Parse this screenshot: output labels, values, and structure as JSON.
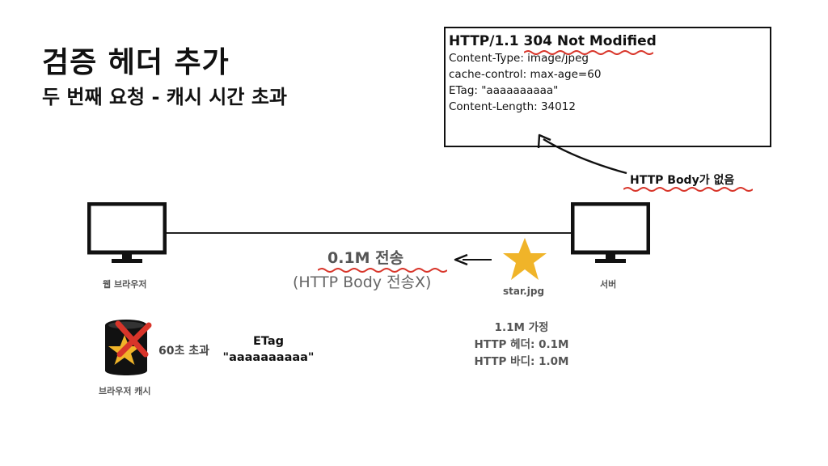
{
  "title": "검증 헤더 추가",
  "subtitle": "두 번째 요청 - 캐시 시간 초과",
  "response": {
    "status_prefix": "HTTP/1.1 ",
    "status_highlight": "304 Not Modified",
    "headers": [
      "Content-Type: image/jpeg",
      "cache-control: max-age=60",
      "ETag: \"aaaaaaaaaa\"",
      "Content-Length: 34012"
    ]
  },
  "no_body_label": "HTTP Body가 없음",
  "client": {
    "label": "웹 브라우저"
  },
  "server": {
    "label": "서버"
  },
  "transfer": {
    "size": "0.1M 전송",
    "note": "(HTTP Body 전송X)"
  },
  "resource": {
    "name": "star.jpg"
  },
  "assumption": {
    "lines": [
      "1.1M 가정",
      "HTTP 헤더: 0.1M",
      "HTTP 바디: 1.0M"
    ]
  },
  "cache": {
    "label": "브라우저 캐시",
    "expired": "60초 초과",
    "etag_label": "ETag",
    "etag_value": "\"aaaaaaaaaa\""
  },
  "colors": {
    "accent_red": "#d8352a",
    "star_gold": "#f0b429",
    "text_dark": "#111111",
    "text_gray": "#555555"
  }
}
